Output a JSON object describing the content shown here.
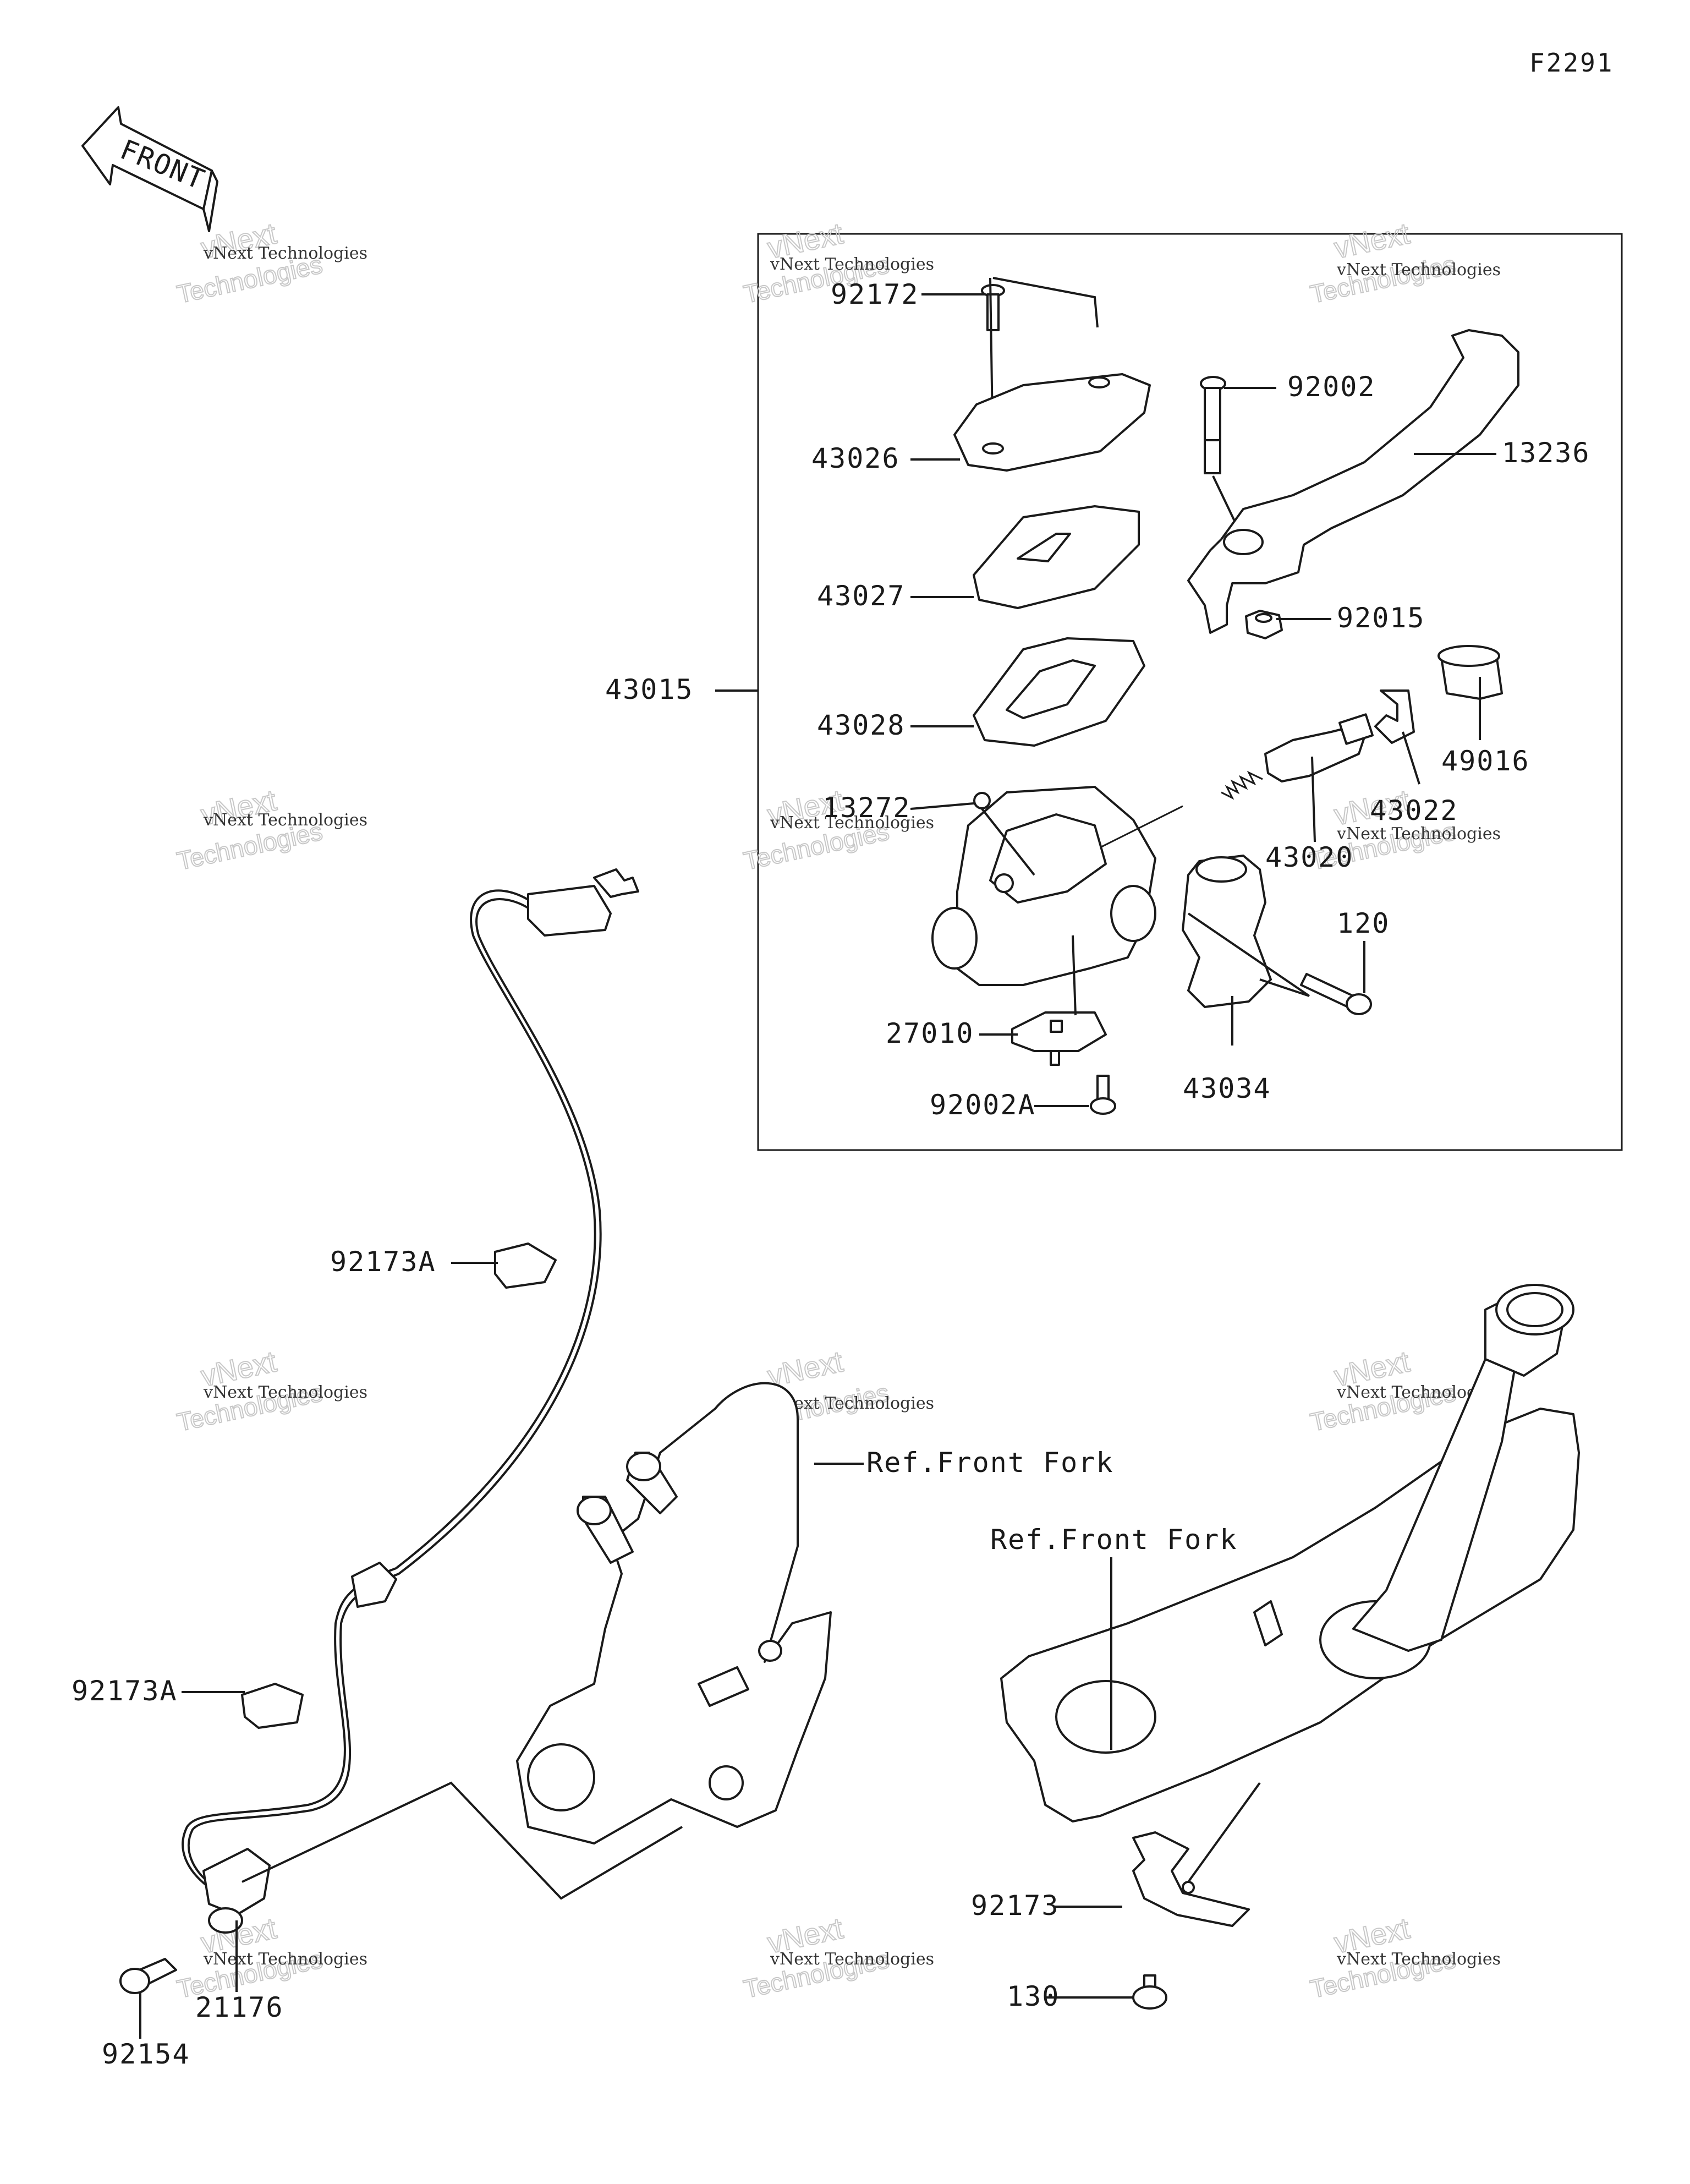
{
  "diagram_code": "F2291",
  "front_arrow": "FRONT",
  "watermark": {
    "line1": "vNext Technologies",
    "line2": "vNext",
    "line3": "Technologies"
  },
  "refs": {
    "fork_upper": "Ref.Front Fork",
    "fork_lower": "Ref.Front Fork"
  },
  "parts": {
    "p92172": "92172",
    "p43026": "43026",
    "p43027": "43027",
    "p43028": "43028",
    "p43015": "43015",
    "p13272": "13272",
    "p27010": "27010",
    "p92002A": "92002A",
    "p92002": "92002",
    "p13236": "13236",
    "p92015": "92015",
    "p49016": "49016",
    "p43022": "43022",
    "p43020": "43020",
    "p120": "120",
    "p43034": "43034",
    "p92173A_1": "92173A",
    "p92173A_2": "92173A",
    "p21176": "21176",
    "p92154": "92154",
    "p92173": "92173",
    "p130": "130"
  }
}
